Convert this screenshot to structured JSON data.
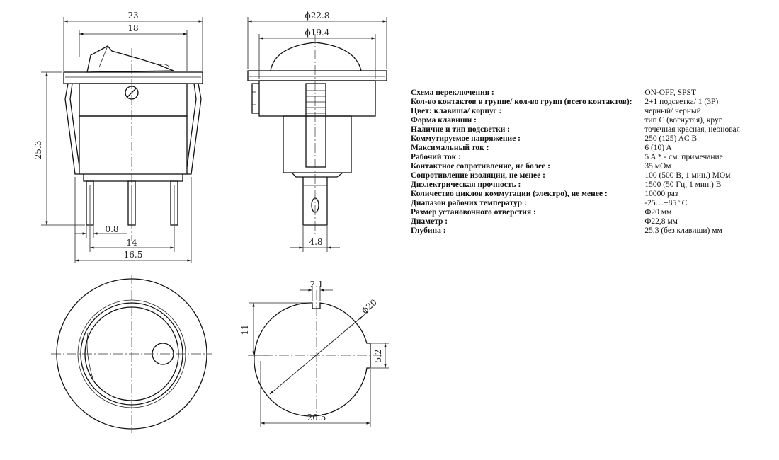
{
  "dimensions": {
    "width_23": "23",
    "width_18": "18",
    "height_25_3": "25.3",
    "pin_0_8": "0.8",
    "pitch_14": "14",
    "base_16_5": "16.5",
    "diam_22_8": "ϕ22.8",
    "diam_19_4": "ϕ19.4",
    "pin_4_8": "4.8",
    "key_2_1": "2.1",
    "cut_11": "11",
    "hole_20": "ϕ20",
    "notch_5_2": "5.2",
    "cut_20_5": "20.5"
  },
  "specs": [
    {
      "k": "Схема переключения :",
      "v": "ON-OFF, SPST"
    },
    {
      "k": "Кол-во контактов в группе/ кол-во групп (всего контактов):",
      "v": "2+1 подсветка/ 1 (3P)"
    },
    {
      "k": "Цвет: клавиша/ корпус :",
      "v": "черный/ черный"
    },
    {
      "k": "Форма клавиши :",
      "v": "тип C (вогнутая), круг"
    },
    {
      "k": "Наличие и тип подсветки :",
      "v": "точечная красная, неоновая"
    },
    {
      "k": "Коммутируемое напряжение :",
      "v": "250 (125) AC B"
    },
    {
      "k": "Максимальный ток :",
      "v": "6 (10) A"
    },
    {
      "k": "Рабочий ток :",
      "v": "5 A * - см. примечание"
    },
    {
      "k": "Контактное сопротивление, не более :",
      "v": "35 мОм"
    },
    {
      "k": "Сопротивление изоляции, не менее :",
      "v": "100 (500 В, 1 мин.) МОм"
    },
    {
      "k": "Диэлектрическая прочность :",
      "v": "1500 (50 Гц, 1 мин.) В"
    },
    {
      "k": "Количество циклов коммутации (электро), не менее :",
      "v": "10000 раз"
    },
    {
      "k": "Диапазон рабочих температур :",
      "v": "-25…+85 °C"
    },
    {
      "k": "Размер установочного отверстия :",
      "v": "Ф20 мм"
    },
    {
      "k": "Диаметр :",
      "v": "Ф22,8 мм"
    },
    {
      "k": "Глубина :",
      "v": "25,3 (без клавиши) мм"
    }
  ]
}
